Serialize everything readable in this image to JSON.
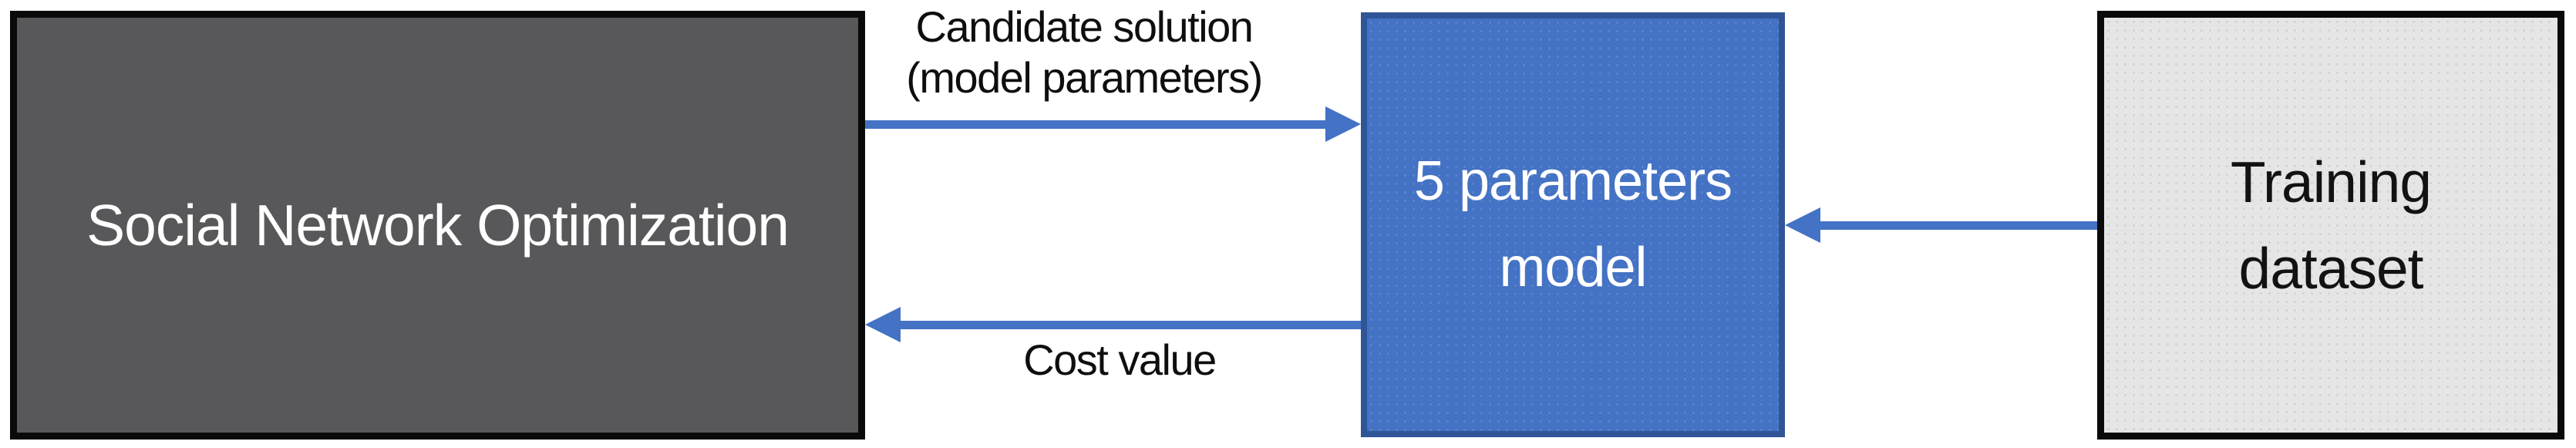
{
  "diagram": {
    "optimizer_box": {
      "label": "Social Network Optimization"
    },
    "model_box": {
      "line1": "5 parameters",
      "line2": "model"
    },
    "dataset_box": {
      "line1": "Training",
      "line2": "dataset"
    },
    "arrows": {
      "candidate": {
        "direction": "left-to-right",
        "label_line1": "Candidate solution",
        "label_line2": "(model parameters)"
      },
      "cost": {
        "direction": "right-to-left",
        "label": "Cost value"
      },
      "training": {
        "direction": "right-to-left"
      }
    },
    "colors": {
      "canvas_bg": "#FFFFFF",
      "optimizer_fill": "#58585A",
      "optimizer_border": "#0A0A0A",
      "optimizer_text": "#FFFFFF",
      "model_fill": "#4472C4",
      "model_border": "#2F5597",
      "model_text": "#FFFFFF",
      "dataset_fill": "#E5E5E5",
      "dataset_border": "#0A0A0A",
      "dataset_text": "#121212",
      "arrow": "#4472C4",
      "label_text": "#0E0E0E"
    }
  }
}
